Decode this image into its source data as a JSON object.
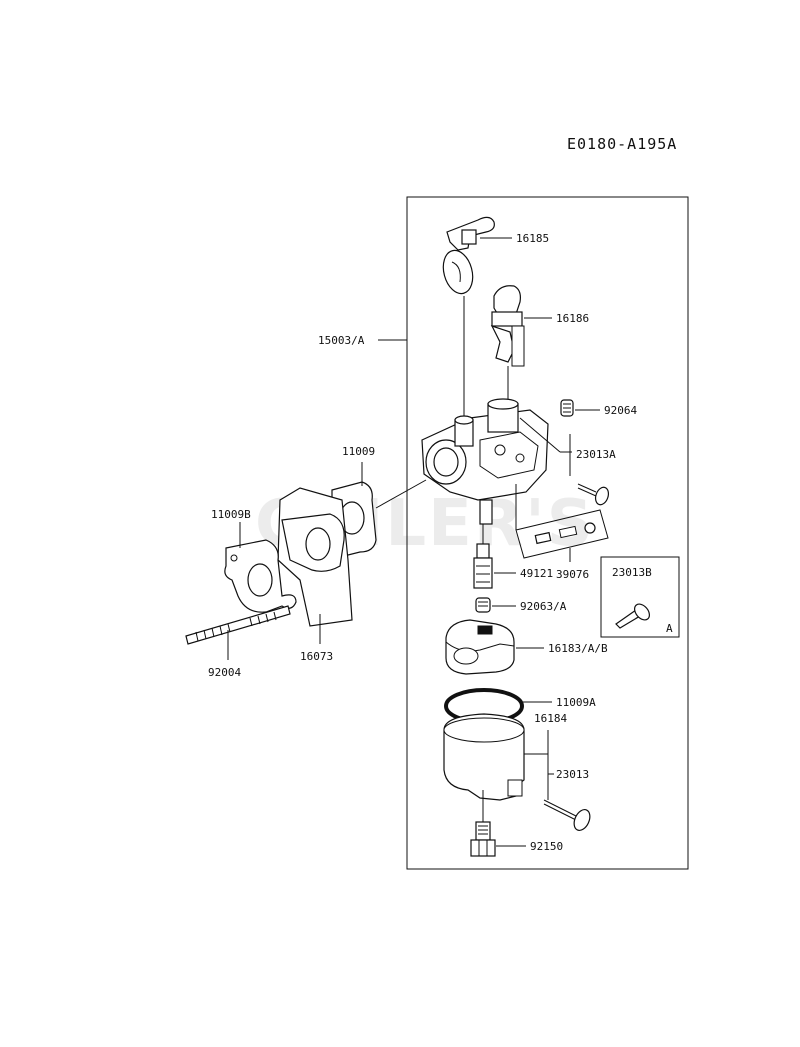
{
  "diagram_code": "E0180-A195A",
  "watermark": "CHILER'S",
  "inset_label": "A",
  "labels": {
    "p16185": "16185",
    "p16186": "16186",
    "p15003": "15003/A",
    "p92064": "92064",
    "p23013A": "23013A",
    "p11009": "11009",
    "p11009B": "11009B",
    "p49121": "49121",
    "p39076": "39076",
    "p23013B": "23013B",
    "p92063": "92063/A",
    "p92004": "92004",
    "p16073": "16073",
    "p16183": "16183/A/B",
    "p11009A": "11009A",
    "p16184": "16184",
    "p23013": "23013",
    "p92150": "92150"
  }
}
